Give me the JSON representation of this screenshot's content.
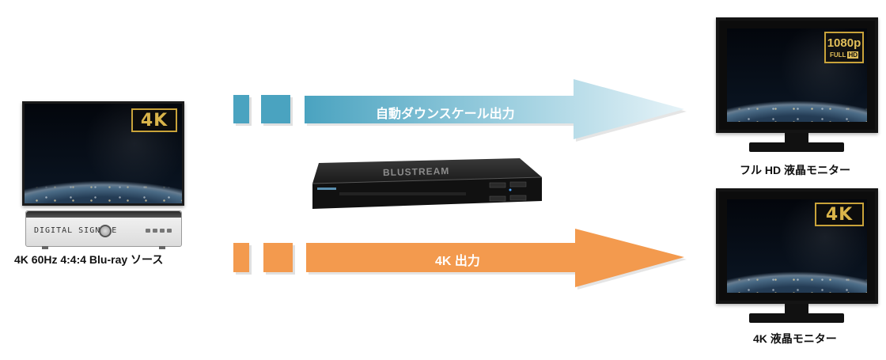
{
  "source": {
    "badge": "4K",
    "player_label": "DIGITAL SIGNAGE",
    "caption": "4K 60Hz 4:4:4 Blu-ray ソース"
  },
  "arrows": {
    "top_label": "自動ダウンスケール出力",
    "bottom_label": "4K 出力"
  },
  "device": {
    "brand": "BLUSTREAM"
  },
  "monitor_top": {
    "badge_main": "1080p",
    "badge_full": "FULL",
    "badge_hd": "HD",
    "caption": "フル HD 液晶モニター"
  },
  "monitor_bottom": {
    "badge": "4K",
    "caption": "4K 液晶モニター"
  },
  "colors": {
    "top_arrow": "#4aa3c0",
    "top_arrow_fade": "#dff0f6",
    "bottom_arrow": "#f39a4e"
  }
}
